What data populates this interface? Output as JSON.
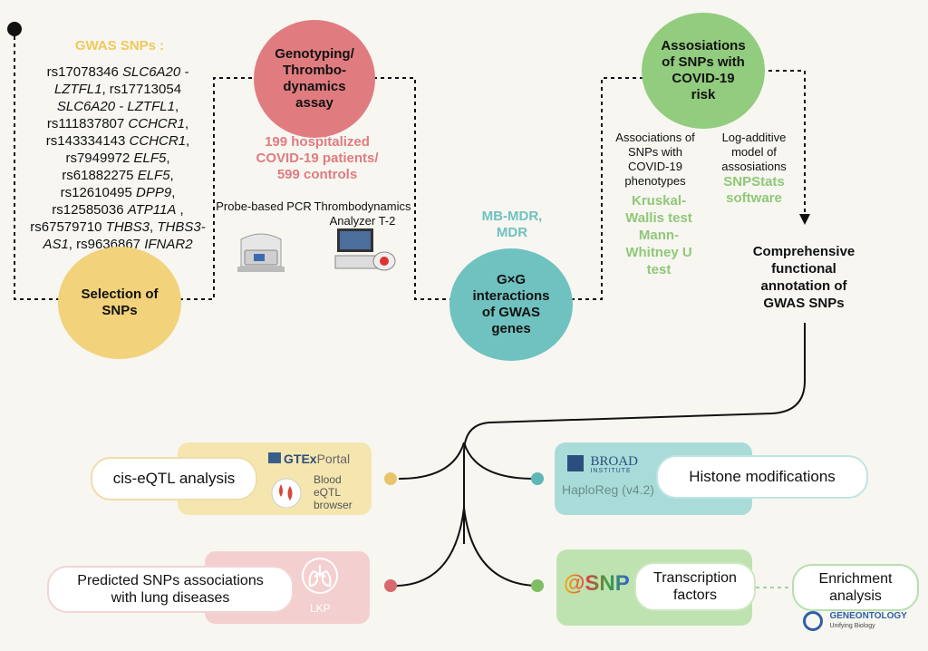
{
  "selection": {
    "gwas_header": "GWAS SNPs :",
    "snp_lines": [
      "rs17078346 <i>SLC6A20 -</i>",
      "<i>LZTFL1</i>, rs17713054",
      "<i>SLC6A20 - LZTFL1</i>,",
      "rs111837807 <i>CCHCR1</i>,",
      "rs143334143 <i>CCHCR1</i>,",
      "rs7949972 <i>ELF5</i>,",
      "rs61882275 <i>ELF5</i>,",
      "rs12610495 <i>DPP9</i>,",
      "rs12585036 <i>ATP11A</i> ,",
      "rs67579710 <i>THBS3</i>, <i>THBS3-</i>",
      "<i>AS1</i>, rs9636867 <i>IFNAR2</i>"
    ],
    "circle_label": "Selection of SNPs"
  },
  "genotyping": {
    "circle_label": "Genotyping/ Thrombo- dynamics assay",
    "cohort_line1": "199 hospitalized",
    "cohort_line2": "COVID-19 patients/",
    "cohort_line3": "599 controls",
    "pcr_label": "Probe-based PCR",
    "analyzer_label1": "Thrombodynamics",
    "analyzer_label2": "Analyzer T-2"
  },
  "gxg": {
    "methods_line1": "MB-MDR,",
    "methods_line2": "MDR",
    "circle_label": "G×G interactions of GWAS genes"
  },
  "associations": {
    "circle_label": "Assosiations of SNPs with COVID-19 risk",
    "left_text": [
      "Associations of",
      "SNPs with",
      "COVID-19",
      "phenotypes"
    ],
    "left_tests": [
      "Kruskal-",
      "Wallis test",
      "Mann-",
      "Whitney U",
      "test"
    ],
    "right_text": [
      "Log-additive",
      "model of",
      "assosiations"
    ],
    "right_tools": [
      "SNPStats",
      "software"
    ]
  },
  "annotation": {
    "title_lines": [
      "Comprehensive",
      "functional",
      "annotation of",
      "GWAS SNPs"
    ]
  },
  "boxes": {
    "eqtl_label": "cis-eQTL analysis",
    "gtex_logo_a": "GTEx",
    "gtex_logo_b": "Portal",
    "blood_lines": [
      "Blood",
      "eQTL",
      "browser"
    ],
    "histone_label": "Histone modifications",
    "broad_line1": "BROAD",
    "broad_line2": "INSTITUTE",
    "haploreg": "HaploReg (v4.2)",
    "lung_line1": "Predicted SNPs associations",
    "lung_line2": "with lung diseases",
    "lkp": "LKP",
    "tf_line1": "Transcription",
    "tf_line2": "factors",
    "asnp_logo": "@SNP",
    "enrich_line1": "Enrichment",
    "enrich_line2": "analysis",
    "go_line1": "GENEONTOLOGY",
    "go_line2": "Unifying Biology"
  },
  "colors": {
    "yellow": "#f2d27a",
    "pink": "#e07c80",
    "teal": "#6fc2c0",
    "green": "#92cc7e",
    "yellow_card": "#f5e6b0",
    "pink_card": "#f4cfcf",
    "teal_card": "#a9dcd9",
    "green_card": "#bfe2b1"
  }
}
